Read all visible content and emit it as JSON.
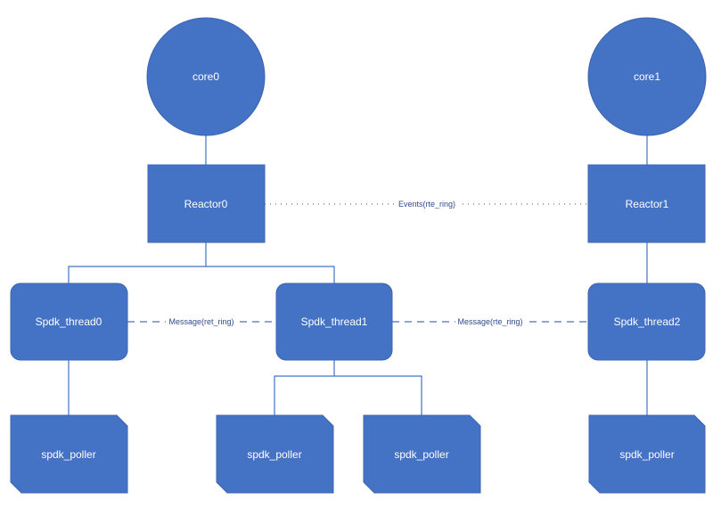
{
  "cores": [
    {
      "id": "core0",
      "label": "core0"
    },
    {
      "id": "core1",
      "label": "core1"
    }
  ],
  "reactors": [
    {
      "id": "reactor0",
      "label": "Reactor0"
    },
    {
      "id": "reactor1",
      "label": "Reactor1"
    }
  ],
  "threads": [
    {
      "id": "thread0",
      "label": "Spdk_thread0"
    },
    {
      "id": "thread1",
      "label": "Spdk_thread1"
    },
    {
      "id": "thread2",
      "label": "Spdk_thread2"
    }
  ],
  "pollers": [
    {
      "id": "poller0",
      "label": "spdk_poller"
    },
    {
      "id": "poller1",
      "label": "spdk_poller"
    },
    {
      "id": "poller2",
      "label": "spdk_poller"
    },
    {
      "id": "poller3",
      "label": "spdk_poller"
    }
  ],
  "connections": {
    "events": "Events(rte_ring)",
    "message_left": "Message(ret_ring)",
    "message_right": "Message(rte_ring)"
  },
  "colors": {
    "node_fill": "#4472C4",
    "connector": "#4472C4",
    "label_text": "#2F4B8E"
  }
}
